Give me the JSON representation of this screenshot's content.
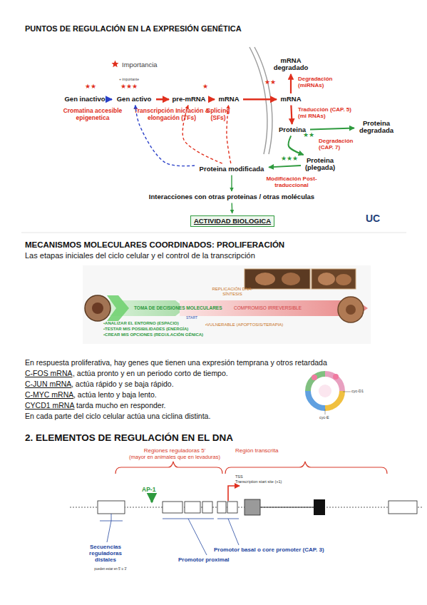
{
  "diagram": {
    "title": "PUNTOS DE REGULACIÓN EN LA EXPRESIÓN GENÉTICA",
    "nodes": [
      {
        "text": [
          "Gen inactivo"
        ]
      },
      {
        "text": [
          "Gen activo"
        ]
      },
      {
        "text": [
          "pre-mRNA"
        ]
      },
      {
        "text": [
          "mRNA"
        ]
      },
      {
        "text": [
          "mRNA degradado"
        ]
      },
      {
        "text": [
          "mRNA"
        ]
      },
      {
        "text": [
          "Proteina"
        ]
      },
      {
        "text": [
          "Proteina degradada"
        ]
      },
      {
        "text": [
          "Proteina (plegada)"
        ]
      },
      {
        "text": [
          "Proteina modificada"
        ]
      },
      {
        "text": [
          "Interacciones con otras proteinas / otras moléculas"
        ]
      },
      {
        "text": [
          "ACTIVIDAD BIOLOGICA"
        ]
      }
    ],
    "edges": [
      {
        "from": 0,
        "to": 1,
        "arrow": "to",
        "label": "Cromatina accesible epigenetica"
      },
      {
        "from": 1,
        "to": 2,
        "arrow": "to",
        "label": "Transcripción Iniciación & elongación (TFs)"
      },
      {
        "from": 2,
        "to": 3,
        "arrow": "to",
        "label": "Splicing (SFs)"
      },
      {
        "from": 3,
        "to": 5,
        "arrow": "to"
      },
      {
        "from": 5,
        "to": 4,
        "arrow": "to",
        "label": "Degradación (miRNAs)"
      },
      {
        "from": 5,
        "to": 6,
        "arrow": "to",
        "label": "Traducción (CAP. 5) (mi RNAs)"
      },
      {
        "from": 6,
        "to": 7,
        "arrow": "to",
        "label": "Degradación (CAP. 7)"
      },
      {
        "from": 6,
        "to": 8,
        "arrow": "to"
      },
      {
        "from": 8,
        "to": 9,
        "arrow": "to",
        "label": "Modificación Post-traduccional"
      },
      {
        "from": 9,
        "to": 1,
        "arrow": "to"
      },
      {
        "from": 9,
        "to": 2,
        "arrow": "to"
      },
      {
        "from": 9,
        "to": 3,
        "arrow": "to"
      },
      {
        "from": 9,
        "to": 10,
        "arrow": "to"
      },
      {
        "from": 10,
        "to": 11,
        "arrow": "to"
      }
    ],
    "labels": [
      "★★",
      "+ importante",
      "★★★",
      "★",
      "★★",
      "★★",
      "★★★",
      "UC",
      "MECANISMOS MOLECULARES COORDINADOS: PROLIFERACIÓN",
      "Las etapas iniciales del ciclo celular y el control de la transcripción",
      "REPLICACIÓN DNA-SÍNTESIS",
      "TOMA DE DECISIONES MOLECULARES",
      "COMPROMISO IRREVERSIBLE",
      "START",
      "•ANALIZAR EL ENTORNO (ESPACIO)",
      "•TESTAR MIS POSIBILIDADES (ENERGÍA)",
      "•CREAR MIS OPCIONES (REGULACIÓN GÉNICA)",
      "•VULNERABLE (APOPTOSIS/TERAPIA)",
      "En respuesta proliferativa, hay genes que tienen una expresión temprana y otros retardada",
      "C-FOS mRNA",
      ", actúa pronto y en un periodo corto de tiempo.",
      "C-JUN mRNA",
      ", actúa rápido y se baja rápido.",
      "C-MYC mRNA",
      ", actúa lento y baja lento.",
      "CYCD1 mRNA",
      "tarda mucho en responder.",
      "En cada parte del ciclo celular actúa una ciclina distinta.",
      "cyc-D1",
      "cyc-E",
      "2. ELEMENTOS DE REGULACIÓN EN EL DNA",
      "Regiones reguladoras 5'",
      "(mayor en animales que en levaduras)",
      "Región transcrita",
      "TSS",
      "Transcription start site (+1)",
      "AP-1",
      "Secuencias reguladoras distales",
      "pueden estar en 5' o 3'",
      "Promotor proximal",
      "Promotor basal o core promoter (CAP. 3)"
    ],
    "legend": [
      {
        "text": "Importancia"
      }
    ]
  }
}
